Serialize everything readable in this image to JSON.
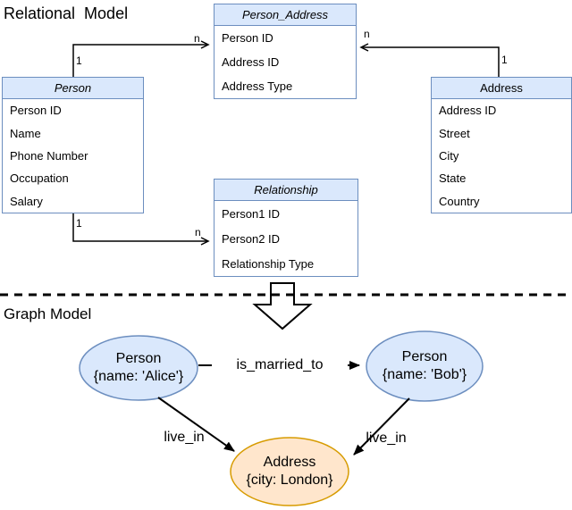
{
  "relational": {
    "title": "Relational  Model",
    "tables": {
      "person_address": {
        "name": "Person_Address",
        "rows": [
          "Person ID",
          "Address ID",
          "Address Type"
        ]
      },
      "person": {
        "name": "Person",
        "rows": [
          "Person ID",
          "Name",
          "Phone Number",
          "Occupation",
          "Salary"
        ]
      },
      "address": {
        "name": "Address",
        "rows": [
          "Address ID",
          "Street",
          "City",
          "State",
          "Country"
        ]
      },
      "relationship": {
        "name": "Relationship",
        "rows": [
          "Person1 ID",
          "Person2 ID",
          "Relationship Type"
        ]
      }
    },
    "multiplicity": {
      "person_to_person_address": {
        "one": "1",
        "many": "n"
      },
      "address_to_person_address": {
        "one": "1",
        "many": "n"
      },
      "person_to_relationship": {
        "one": "1",
        "many": "n"
      }
    }
  },
  "graph": {
    "title": "Graph Model",
    "nodes": {
      "alice": {
        "label": "Person",
        "properties": "{name: 'Alice'}"
      },
      "bob": {
        "label": "Person",
        "properties": "{name: 'Bob'}"
      },
      "address": {
        "label": "Address",
        "properties": "{city: London}"
      }
    },
    "edges": {
      "is_married_to": "is_married_to",
      "live_in_left": "live_in",
      "live_in_right": "live_in"
    }
  },
  "colors": {
    "table_header_fill": "#dae8fc",
    "blue_stroke": "#6c8ebf",
    "node_blue_fill": "#dae8fc",
    "node_orange_fill": "#ffe6cc",
    "node_orange_stroke": "#d79b00",
    "line": "#000000"
  }
}
